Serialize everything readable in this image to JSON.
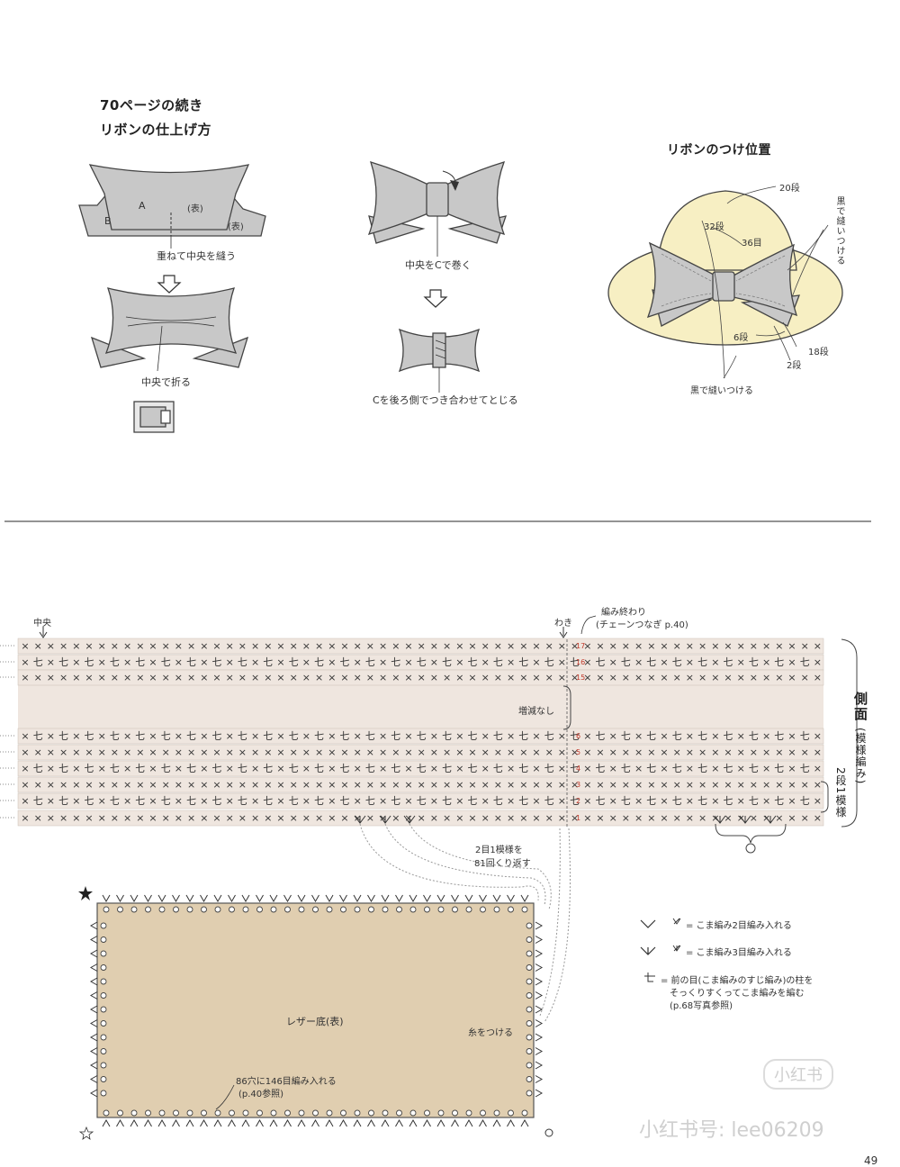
{
  "top": {
    "title_line1": "70ページの続き",
    "title_line2": "リボンの仕上げ方",
    "step1": {
      "label_a": "A",
      "label_b": "B",
      "omote1": "(表)",
      "omote2": "(表)",
      "caption": "重ねて中央を縫う"
    },
    "step2": {
      "caption": "中央で折る"
    },
    "step3": {
      "caption": "中央をCで巻く"
    },
    "step4": {
      "caption": "Cを後ろ側でつき合わせてとじる"
    },
    "placement": {
      "title": "リボンのつけ位置",
      "labels": {
        "r20": "20段",
        "r32": "32段",
        "r36": "36目",
        "r6": "6段",
        "r18": "18段",
        "r2": "2段",
        "sew_bottom": "黒で縫いつける",
        "sew_side": "黒で縫いつける"
      }
    }
  },
  "chart": {
    "center_label": "中央",
    "side_label": "わき",
    "end_note_line1": "編み終わり",
    "end_note_line2": "(チェーンつなぎ p.40)",
    "middle_note": "増減なし",
    "side_panel_label": "側面",
    "side_panel_sub": "(模様編み)",
    "repeat_group_label": "2段1模様",
    "repeat_note_line1": "2目1模様を",
    "repeat_note_line2": "81回くり返す",
    "row_numbers_top": [
      "17",
      "16",
      "15"
    ],
    "row_numbers_bottom": [
      "6",
      "5",
      "4",
      "3",
      "2",
      "1"
    ]
  },
  "base": {
    "label": "レザー底(表)",
    "attach_note": "糸をつける",
    "stitch_note_line1": "86穴に146目編み入れる",
    "stitch_note_line2": "(p.40参照)"
  },
  "legend": {
    "item1": "= こま編み2目編み入れる",
    "item2": "= こま編み3目編み入れる",
    "item3_line1": "= 前の目(こま編みのすじ編み)の柱を",
    "item3_line2": "そっくりすくってこま編みを編む",
    "item3_line3": "(p.68写真参照)"
  },
  "watermark": {
    "badge": "小红书",
    "id": "小红书号: lee06209"
  },
  "page_number": "49",
  "colors": {
    "hat": "#f7efc3",
    "ribbon": "#c8c8c8",
    "band": "#efe6df",
    "leather": "#e0ceb0",
    "red_marks": "#c0392b"
  }
}
